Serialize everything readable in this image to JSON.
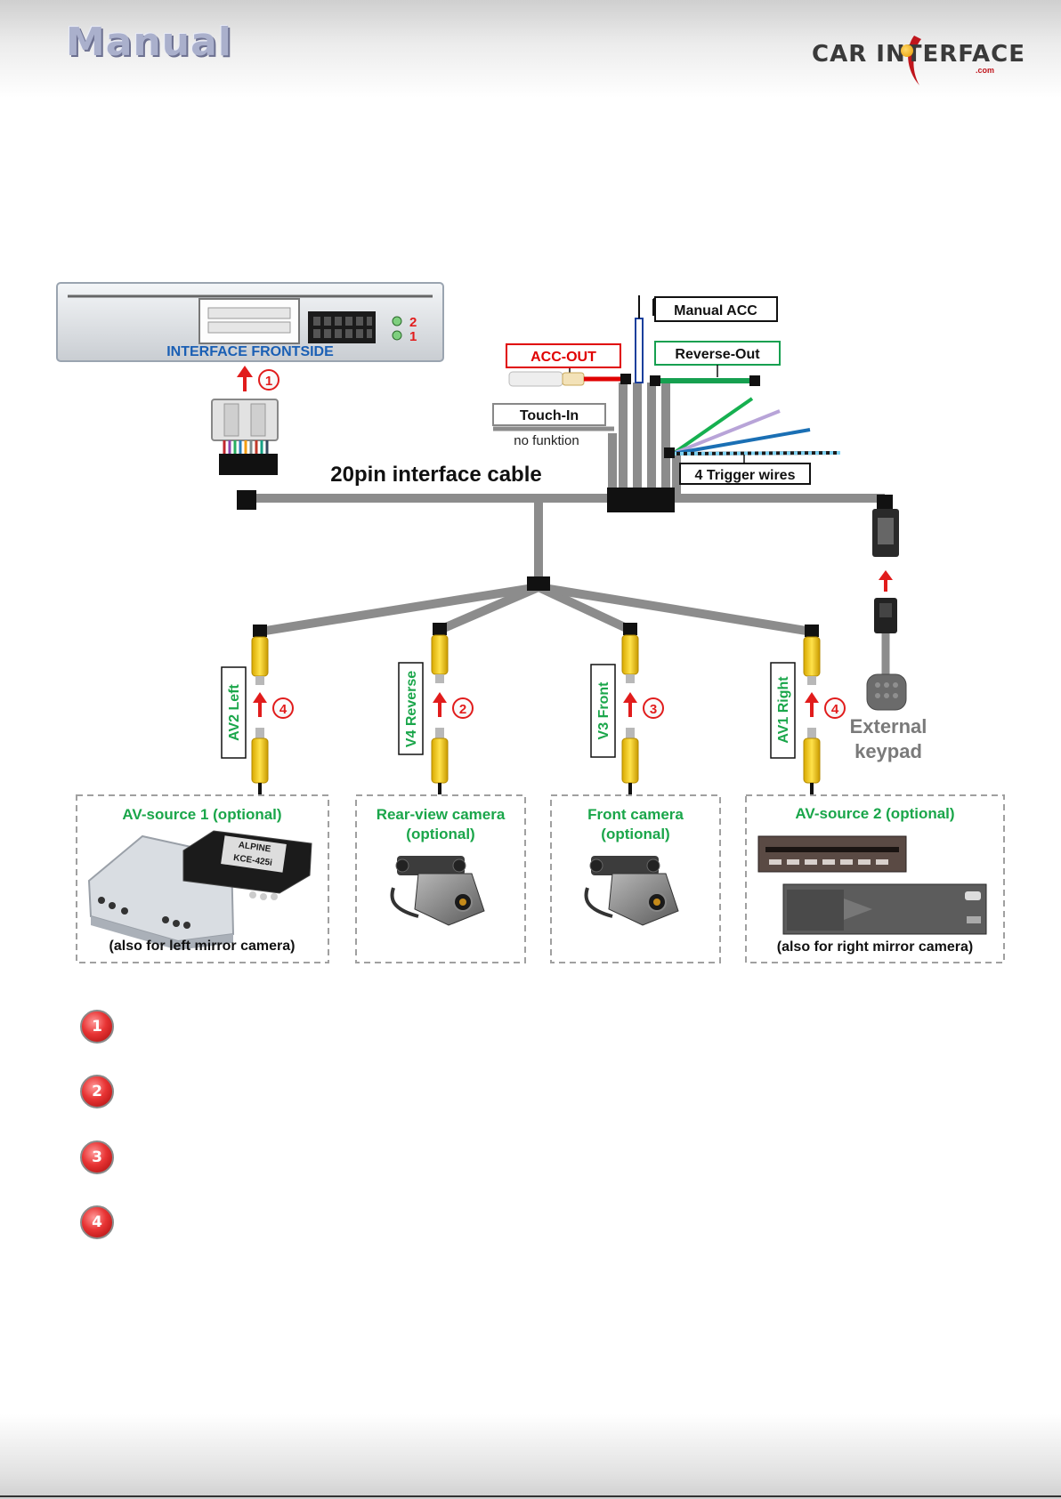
{
  "header": {
    "title": "Manual",
    "logo_text": "CAR INTERFACE",
    "logo_domain": ".com"
  },
  "interface_box": {
    "label": "INTERFACE FRONTSIDE",
    "led_labels": [
      "2",
      "1"
    ]
  },
  "main_cable_label": "20pin interface cable",
  "wire_labels": {
    "manual_acc": "Manual ACC",
    "acc_out": "ACC-OUT",
    "reverse_out": "Reverse-Out",
    "touch_in": "Touch-In",
    "touch_in_note": "no funktion",
    "trigger_wires": "4 Trigger wires"
  },
  "external_keypad": {
    "label_line1": "External",
    "label_line2": "keypad"
  },
  "inputs": [
    {
      "label": "AV2 Left",
      "step": "4"
    },
    {
      "label": "V4 Reverse",
      "step": "2"
    },
    {
      "label": "V3 Front",
      "step": "3"
    },
    {
      "label": "AV1 Right",
      "step": "4"
    }
  ],
  "sources": [
    {
      "title": "AV-source 1 (optional)",
      "note": "(also for left mirror camera)",
      "device_label": "KCE-425i",
      "device_brand": "ALPINE"
    },
    {
      "title_line1": "Rear-view camera",
      "title_line2": "(optional)"
    },
    {
      "title_line1": "Front camera",
      "title_line2": "(optional)"
    },
    {
      "title": "AV-source 2 (optional)",
      "note": "(also for right mirror camera)"
    }
  ],
  "interface_step": "1",
  "legend": [
    "1",
    "2",
    "3",
    "4"
  ],
  "colors": {
    "cable_gray": "#8c8c8c",
    "step_red": "#e11c1c",
    "label_green": "#1aa64a",
    "acc_red": "#e00000",
    "reverse_green": "#16a050",
    "rca_yellow": "#f2c500",
    "box_border": "#a0a0a0"
  }
}
